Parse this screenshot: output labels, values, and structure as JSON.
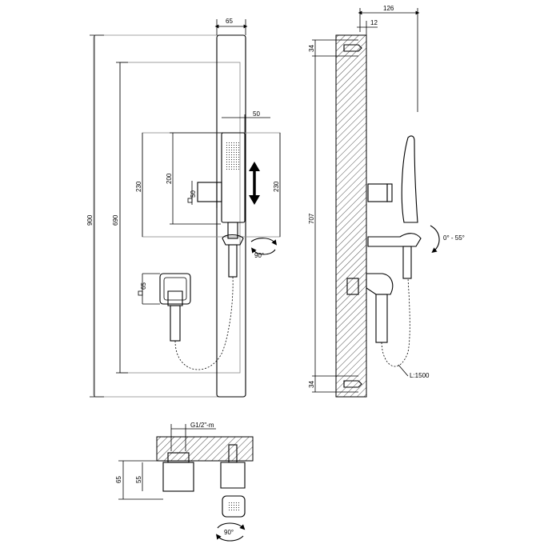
{
  "dimensions": {
    "front_width_65": "65",
    "front_width_50": "50",
    "front_height_900": "900",
    "front_height_690": "690",
    "front_height_230_left": "230",
    "front_height_200": "200",
    "front_square_50": "50",
    "front_height_230_right": "230",
    "front_square_65": "65",
    "rotation_90_front": "90°",
    "side_depth_126": "126",
    "side_depth_12": "12",
    "side_top_34": "34",
    "side_height_707": "707",
    "side_bottom_34": "34",
    "side_angle": "0° - 55°",
    "side_hose_length": "L:1500",
    "plan_thread": "G1/2\"-m",
    "plan_height_65": "65",
    "plan_height_55": "55",
    "plan_rotation_90": "90°"
  },
  "colors": {
    "line": "#000000",
    "panel": "#888888",
    "hatch": "#000000",
    "background": "#ffffff"
  }
}
